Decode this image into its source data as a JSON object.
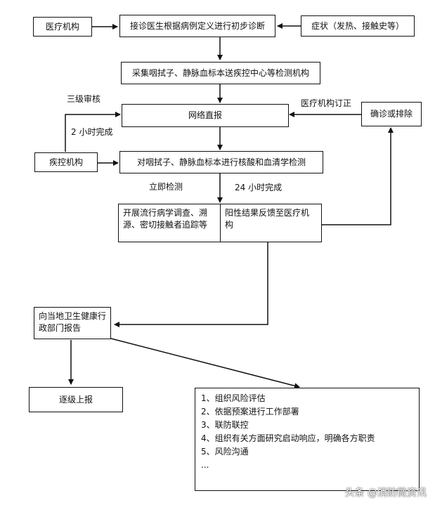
{
  "nodes": {
    "medical_institution": "医疗机构",
    "initial_diagnosis": "接诊医生根据病例定义进行初步诊断",
    "symptoms": "症状（发热、接触史等）",
    "sample_collection": "采集咽拭子、静脉血标本送疾控中心等检测机构",
    "network_report": "网络直报",
    "confirm_or_exclude": "确诊或排除",
    "cdc": "疾控机构",
    "lab_testing": "对咽拭子、静脉血标本进行核酸和血清学检测",
    "epi_investigation": "开展流行病学调查、溯源、密切接触者追踪等",
    "positive_feedback": "阳性结果反馈至医疗机构",
    "report_health_dept": "向当地卫生健康行政部门报告",
    "report_upward": "逐级上报"
  },
  "labels": {
    "three_level_review": "三级审核",
    "two_hours": "2 小时完成",
    "institution_revision": "医疗机构订正",
    "immediate_test": "立即检测",
    "within_24h": "24 小时完成"
  },
  "actions": [
    "1、组织风险评估",
    "2、依据预案进行工作部署",
    "3、联防联控",
    "4、组织有关方面研究启动响应，明确各方职责",
    "5、风险沟通",
    "..."
  ],
  "watermark": "头条 @消防微资讯"
}
